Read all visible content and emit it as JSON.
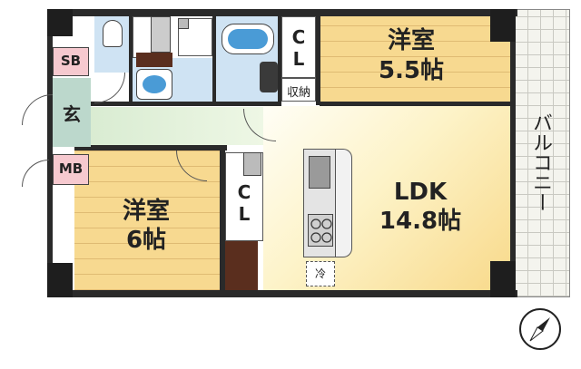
{
  "rooms": {
    "western_a": {
      "name": "洋室",
      "size": "5.5帖"
    },
    "western_b": {
      "name": "洋室",
      "size": "6帖"
    },
    "ldk": {
      "name": "LDK",
      "size": "14.8帖"
    }
  },
  "labels": {
    "shoe_box": "SB",
    "entrance": "玄",
    "multi_box": "MB",
    "closet_top": "C\nL",
    "closet_mid": "C\nL",
    "storage": "収納",
    "balcony": "バルコニー",
    "fridge": "冷"
  },
  "colors": {
    "wood_floor": "#f7d990",
    "tile": "#cfe3f3",
    "storage": "#f6c9cf",
    "wall": "#2a2a2a"
  },
  "icons": {
    "compass": "north-arrow-icon"
  }
}
